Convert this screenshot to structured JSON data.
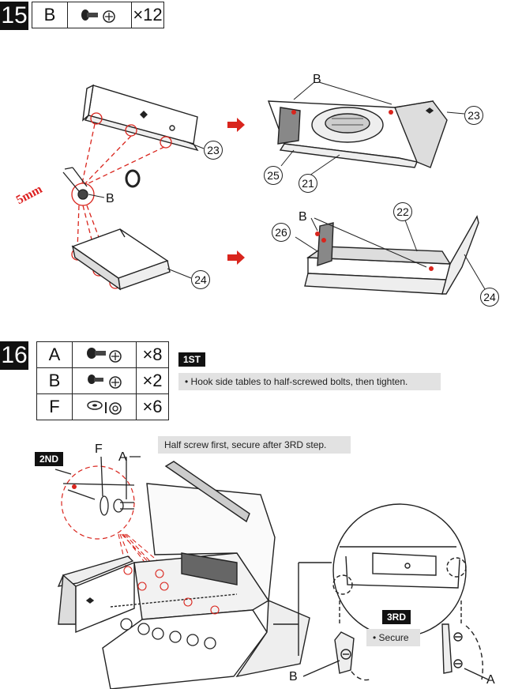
{
  "step15": {
    "number": "15",
    "part": {
      "letter": "B",
      "icon": "bolt-icon",
      "qty": "×12"
    },
    "labels": {
      "b_top": "B",
      "b_mid": "B",
      "b_lower": "B",
      "n23a": "23",
      "n23b": "23",
      "n25": "25",
      "n21": "21",
      "n22": "22",
      "n26": "26",
      "n24a": "24",
      "n24b": "24"
    },
    "gap": "5mm"
  },
  "step16": {
    "number": "16",
    "parts": [
      {
        "letter": "A",
        "icon": "bolt-icon",
        "qty": "×8"
      },
      {
        "letter": "B",
        "icon": "bolt-icon",
        "qty": "×2"
      },
      {
        "letter": "F",
        "icon": "washer-icon",
        "qty": "×6"
      }
    ],
    "first": {
      "tag": "1ST",
      "note": "• Hook side tables to half-screwed bolts, then tighten."
    },
    "second": {
      "tag": "2ND",
      "note": "Half screw first, secure after 3RD step.",
      "label_f": "F",
      "label_a": "A"
    },
    "third": {
      "tag": "3RD",
      "note": "• Secure",
      "label_b": "B",
      "label_a": "A"
    }
  },
  "colors": {
    "accent_red": "#d9251d",
    "note_gray": "#e2e2e2"
  }
}
